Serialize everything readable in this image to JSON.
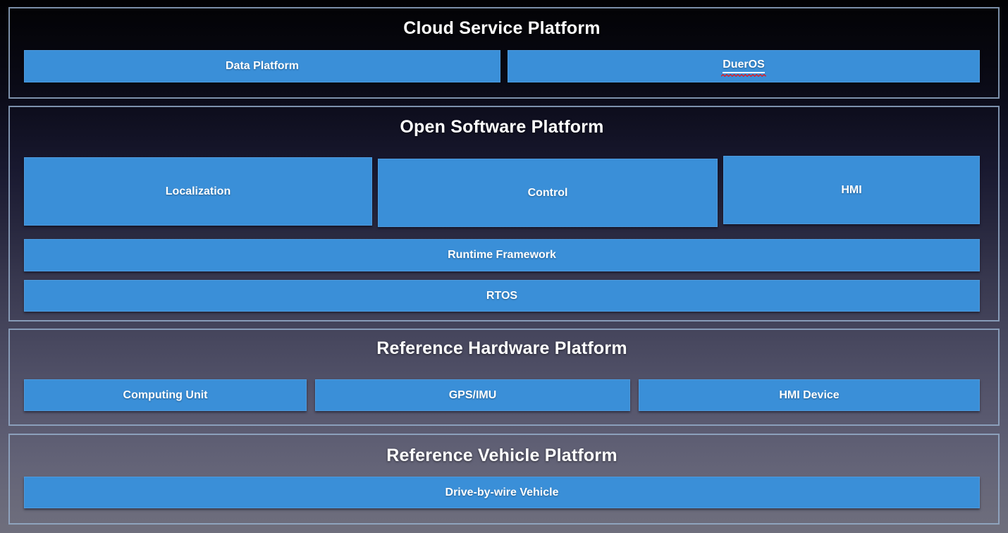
{
  "colors": {
    "box_blue": "#3a8fd8",
    "section_border": "#96aecc",
    "label_text": "#ffffff",
    "squiggle_red": "#e01b24",
    "background_top": "#020204",
    "background_bottom": "#6f6f7d"
  },
  "sections": [
    {
      "title": "Cloud Service Platform",
      "boxes": {
        "data_platform": "Data Platform",
        "dueros": "DuerOS"
      }
    },
    {
      "title": "Open Software Platform",
      "boxes": {
        "localization": "Localization",
        "control": "Control",
        "hmi": "HMI",
        "runtime_framework": "Runtime Framework",
        "rtos": "RTOS"
      }
    },
    {
      "title": "Reference Hardware Platform",
      "boxes": {
        "computing_unit": "Computing Unit",
        "gps_imu": "GPS/IMU",
        "hmi_device": "HMI Device"
      }
    },
    {
      "title": "Reference Vehicle Platform",
      "boxes": {
        "drive_by_wire_vehicle": "Drive-by-wire Vehicle"
      }
    }
  ]
}
